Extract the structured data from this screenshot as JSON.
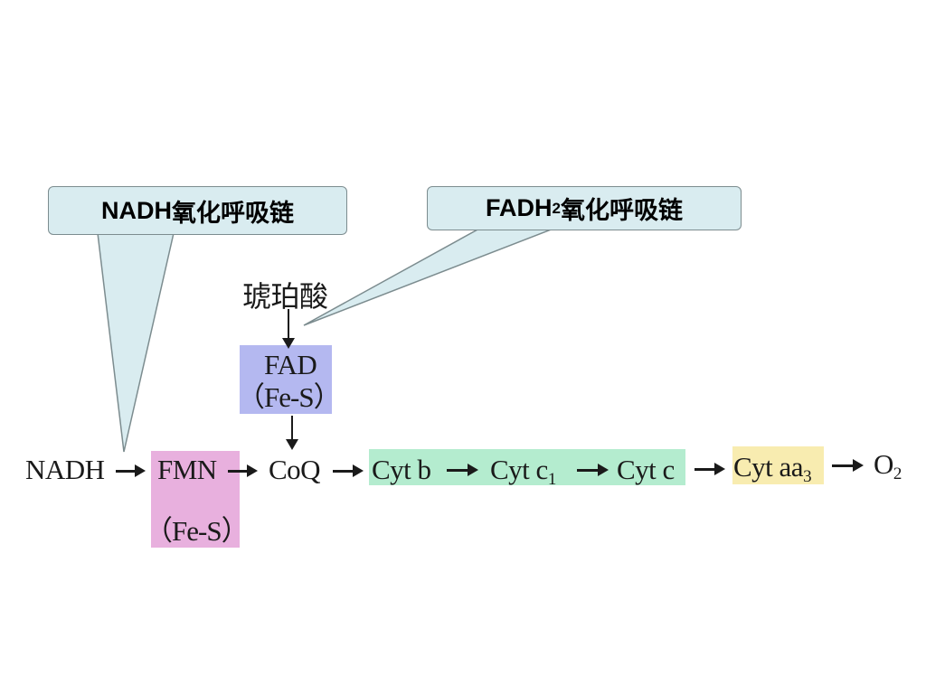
{
  "callouts": {
    "nadh": {
      "lead": "NADH",
      "rest": "氧化呼吸链"
    },
    "fadh2": {
      "lead": "FADH",
      "sub": "2",
      "rest": "氧化呼吸链"
    }
  },
  "chain": {
    "succinate": "琥珀酸",
    "fad": "FAD",
    "fad_fes": "（Fe-S）",
    "nadh": "NADH",
    "fmn": "FMN",
    "fmn_fes": "（Fe-S）",
    "coq": "CoQ",
    "cyt_b": "Cyt b",
    "cyt_c1_main": "Cyt c",
    "cyt_c1_sub": "1",
    "cyt_c": "Cyt c",
    "cyt_aa3_main": "Cyt aa",
    "cyt_aa3_sub": "3",
    "o2_main": "O",
    "o2_sub": "2"
  },
  "colors": {
    "callout_fill": "#d9ecf0",
    "fad_highlight": "#b4b8f0",
    "fmn_highlight": "#e8b0de",
    "cyt_bc_highlight": "#b4eccf",
    "cyt_aa3_highlight": "#f8ecb0"
  }
}
